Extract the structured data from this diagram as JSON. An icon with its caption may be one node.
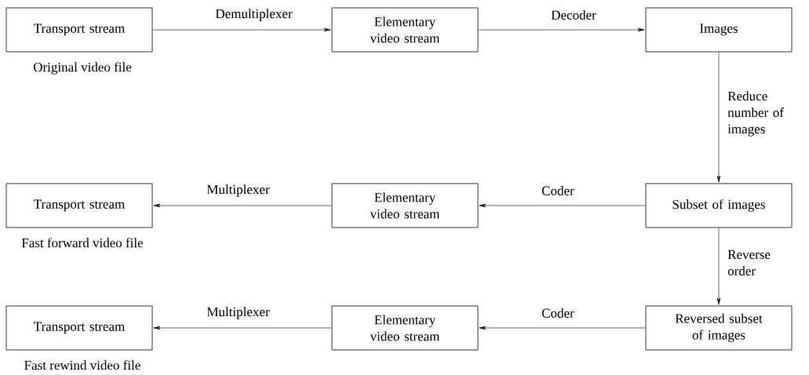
{
  "diagram": {
    "nodes": [
      {
        "text": [
          "Transport stream"
        ],
        "beside": [
          "Original video file"
        ]
      },
      {
        "text": [
          "Elementary video stream"
        ]
      },
      {
        "text": [
          "Images"
        ]
      },
      {
        "text": [
          "Transport stream"
        ],
        "beside": [
          "Fast forward video file"
        ]
      },
      {
        "text": [
          "Elementary video stream"
        ]
      },
      {
        "text": [
          "Subset of images"
        ]
      },
      {
        "text": [
          "Transport stream"
        ],
        "beside": [
          "Fast rewind video file"
        ]
      },
      {
        "text": [
          "Elementary video stream"
        ]
      },
      {
        "text": [
          "Reversed subset of images"
        ]
      }
    ],
    "edges": [
      {
        "from": 0,
        "to": 1,
        "arrow": "to",
        "label": "Demultiplexer"
      },
      {
        "from": 1,
        "to": 2,
        "arrow": "to",
        "label": "Decoder"
      },
      {
        "from": 2,
        "to": 5,
        "arrow": "to",
        "label": "Reduce number of images"
      },
      {
        "from": 5,
        "to": 4,
        "arrow": "to",
        "label": "Coder"
      },
      {
        "from": 4,
        "to": 3,
        "arrow": "to",
        "label": "Multiplexer"
      },
      {
        "from": 5,
        "to": 8,
        "arrow": "to",
        "label": "Reverse order"
      },
      {
        "from": 8,
        "to": 7,
        "arrow": "to",
        "label": "Coder"
      },
      {
        "from": 7,
        "to": 6,
        "arrow": "to",
        "label": "Multiplexer"
      }
    ]
  }
}
